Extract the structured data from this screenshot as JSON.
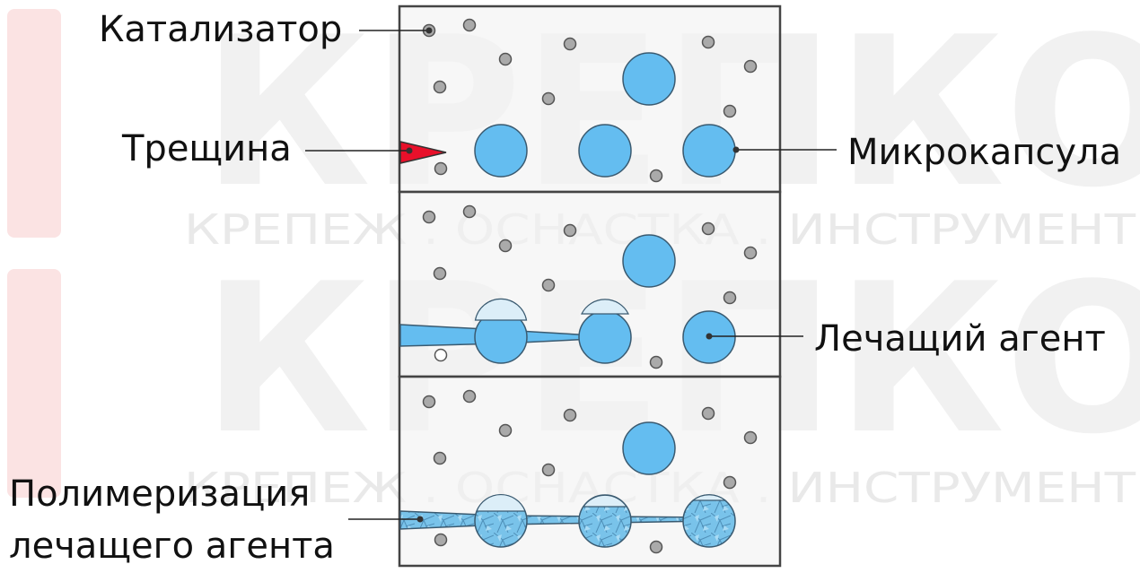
{
  "labels": {
    "catalyst": "Катализатор",
    "crack": "Трещина",
    "microcapsule": "Микрокапсула",
    "healing_agent": "Лечащий агент",
    "polymerization_line1": "Полимеризация",
    "polymerization_line2": "лечащего агента"
  },
  "watermark": {
    "brand": "КРЕПКОМ",
    "tagline": "КРЕПЕЖ . ОСНАСТКА . ИНСТРУМЕНТ"
  },
  "colors": {
    "capsule_fill": "#64bdf0",
    "capsule_stroke": "#3a5a70",
    "panel_bg": "#f2f2f2",
    "panel_border": "#444444",
    "catalyst_fill": "#aaaaaa",
    "crack_fill": "#e8102a",
    "polymer_fill": "#79c3ea",
    "watermark_brand": "#f1f1f1",
    "watermark_logo": "#fbe3e3",
    "watermark_tagline": "#e9e9e9"
  }
}
